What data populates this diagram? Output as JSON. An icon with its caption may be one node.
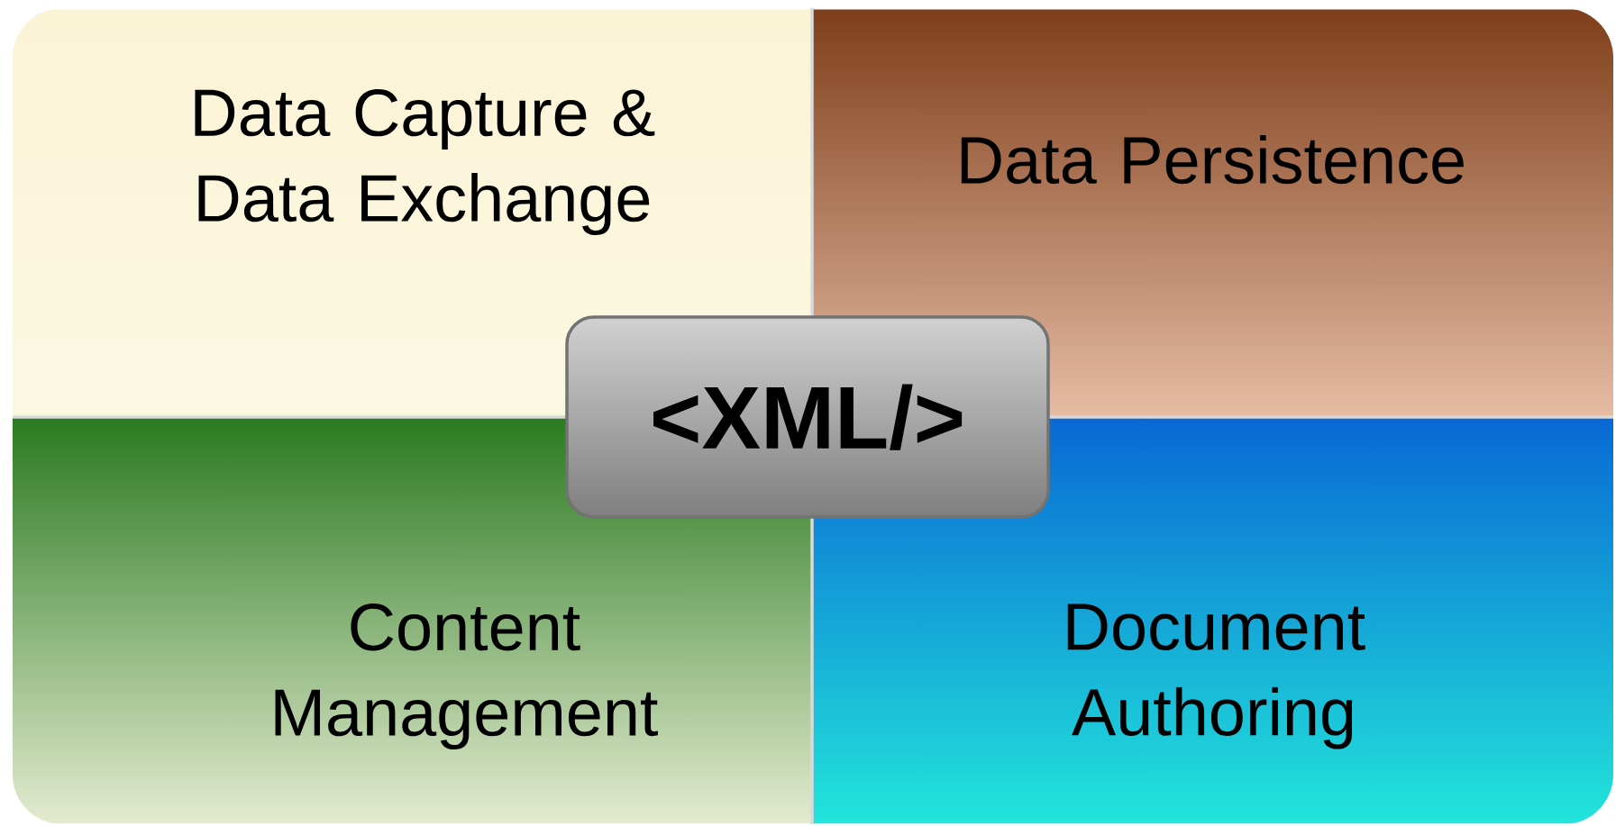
{
  "diagram": {
    "nodes": [
      {
        "text": [
          "Data Capture & Data Exchange"
        ]
      },
      {
        "text": [
          "Data Persistence"
        ]
      },
      {
        "text": [
          "Content Management"
        ]
      },
      {
        "text": [
          "Document Authoring"
        ]
      },
      {
        "text": [
          "<XML/>"
        ]
      }
    ]
  }
}
